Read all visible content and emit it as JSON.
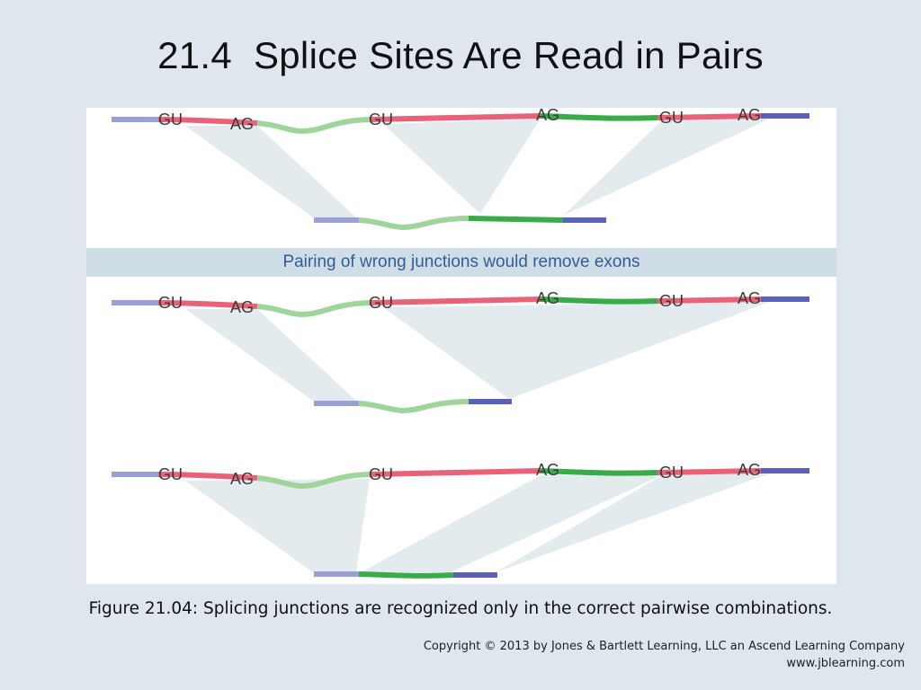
{
  "title": "21.4  Splice Sites Are Read in Pairs",
  "banner": "Pairing of wrong junctions would remove exons",
  "site_labels": {
    "gu1": "GU",
    "ag1": "AG",
    "gu2": "GU",
    "ag2": "AG",
    "gu3": "GU",
    "ag3": "AG"
  },
  "caption": "Figure 21.04: Splicing junctions are recognized only in the correct pairwise combinations.",
  "copyright": {
    "line1": "Copyright © 2013 by Jones & Bartlett Learning, LLC an Ascend Learning Company",
    "line2": "www.jblearning.com"
  },
  "colors": {
    "exon_start": "#9a9fd6",
    "exon_end": "#5a61b8",
    "intron": "#e8637a",
    "exon_light": "#9fd49a",
    "exon_dark": "#3aab4a",
    "projection": "#dde7ec",
    "banner_text": "#2f5f96"
  }
}
